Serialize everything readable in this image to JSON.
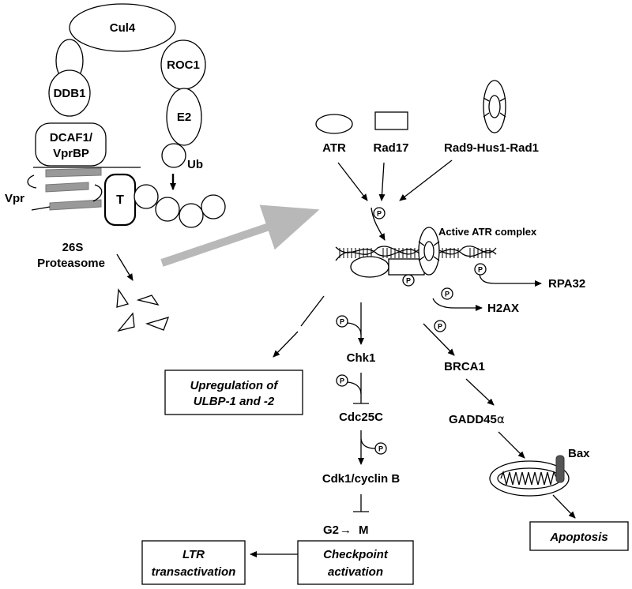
{
  "complex": {
    "cul4": "Cul4",
    "roc1": "ROC1",
    "ddb1": "DDB1",
    "e2": "E2",
    "dcaf1_line1": "DCAF1/",
    "dcaf1_line2": "VprBP",
    "ub": "Ub",
    "vpr": "Vpr",
    "target": "T",
    "proteasome_line1": "26S",
    "proteasome_line2": "Proteasome"
  },
  "sensors": {
    "atr": "ATR",
    "rad17": "Rad17",
    "rad9": "Rad9-Hus1-Rad1",
    "active_complex": "Active ATR complex"
  },
  "phospho_mark": "P",
  "substrates": {
    "rpa32": "RPA32",
    "h2ax": "H2AX",
    "chk1": "Chk1",
    "brca1": "BRCA1",
    "cdc25c": "Cdc25C",
    "gadd45_prefix": "GADD45",
    "gadd45_symbol": "α",
    "cdk1": "Cdk1/cyclin B",
    "bax": "Bax",
    "g2": "G2",
    "arrow": "→",
    "m": "M"
  },
  "outcomes": {
    "ulbp_line1": "Upregulation of",
    "ulbp_line2": "ULBP-1 and -2",
    "apoptosis": "Apoptosis",
    "checkpoint_line1": "Checkpoint",
    "checkpoint_line2": "activation",
    "ltr_line1": "LTR",
    "ltr_line2": "transactivation"
  }
}
